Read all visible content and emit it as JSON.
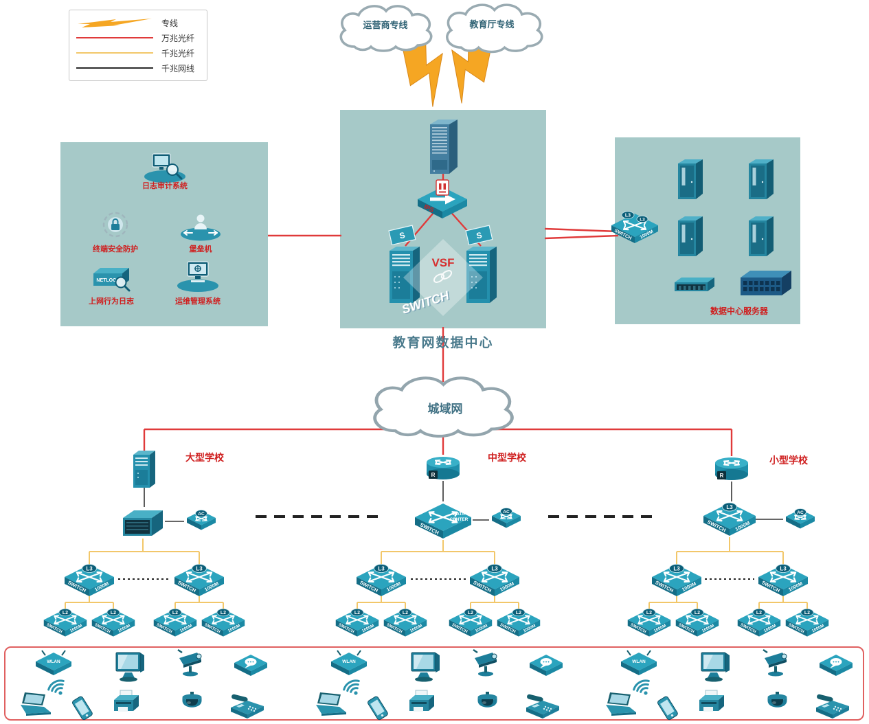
{
  "legend": {
    "items": [
      {
        "label": "专线",
        "sample": "lightning",
        "color": "#f5a623"
      },
      {
        "label": "万兆光纤",
        "sample": "line",
        "color": "#e03a3a"
      },
      {
        "label": "千兆光纤",
        "sample": "line",
        "color": "#f2c76a"
      },
      {
        "label": "千兆网线",
        "sample": "line",
        "color": "#2b2b2b"
      }
    ]
  },
  "clouds": {
    "isp": "运营商专线",
    "edu": "教育厅专线",
    "man": "城域网"
  },
  "data_center": {
    "title": "教育网数据中心",
    "ips": "IPS",
    "vsf": "VSF",
    "switch_3d": "SWITCH",
    "server_flag": "S"
  },
  "security_zone": {
    "log_audit": "日志审计系统",
    "endpoint": "终端安全防护",
    "bastion": "堡垒机",
    "netlog": "上网行为日志",
    "netlog_text": "NETLOG",
    "ops": "运维管理系统"
  },
  "server_zone": {
    "caption": "数据中心服务器"
  },
  "schools": {
    "large": "大型学校",
    "medium": "中型学校",
    "small": "小型学校"
  },
  "switch": {
    "l3": "L3",
    "l2": "L2",
    "name": "SWITCH",
    "speed": "1000M",
    "ac": "AC",
    "router": "R",
    "dc1": "DATA",
    "dc2": "CENTER",
    "wlan": "WLAN"
  }
}
